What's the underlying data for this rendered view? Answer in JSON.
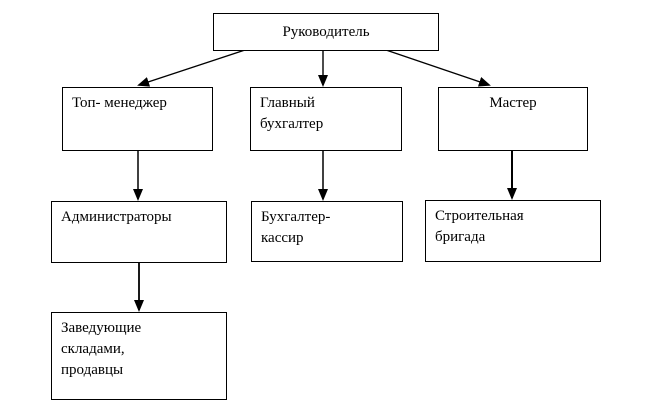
{
  "diagram": {
    "type": "org-chart",
    "colors": {
      "background": "#ffffff",
      "border": "#000000",
      "text": "#000000",
      "connector": "#000000"
    },
    "nodes": {
      "director": {
        "label": "Руководитель"
      },
      "top_manager": {
        "label": "Топ- менеджер"
      },
      "chief_accountant": {
        "lines": [
          "Главный",
          "бухгалтер"
        ]
      },
      "master": {
        "label": "Мастер"
      },
      "administrators": {
        "label": "Администраторы"
      },
      "accountant_cashier": {
        "lines": [
          "Бухгалтер-",
          "кассир"
        ]
      },
      "construction_crew": {
        "lines": [
          "Строительная",
          "бригада"
        ]
      },
      "warehouse_managers": {
        "lines": [
          "Заведующие",
          "складами,",
          "продавцы"
        ]
      }
    },
    "edges": [
      {
        "from": "director",
        "to": "top_manager"
      },
      {
        "from": "director",
        "to": "chief_accountant"
      },
      {
        "from": "director",
        "to": "master"
      },
      {
        "from": "top_manager",
        "to": "administrators"
      },
      {
        "from": "chief_accountant",
        "to": "accountant_cashier"
      },
      {
        "from": "master",
        "to": "construction_crew"
      },
      {
        "from": "administrators",
        "to": "warehouse_managers"
      }
    ]
  }
}
